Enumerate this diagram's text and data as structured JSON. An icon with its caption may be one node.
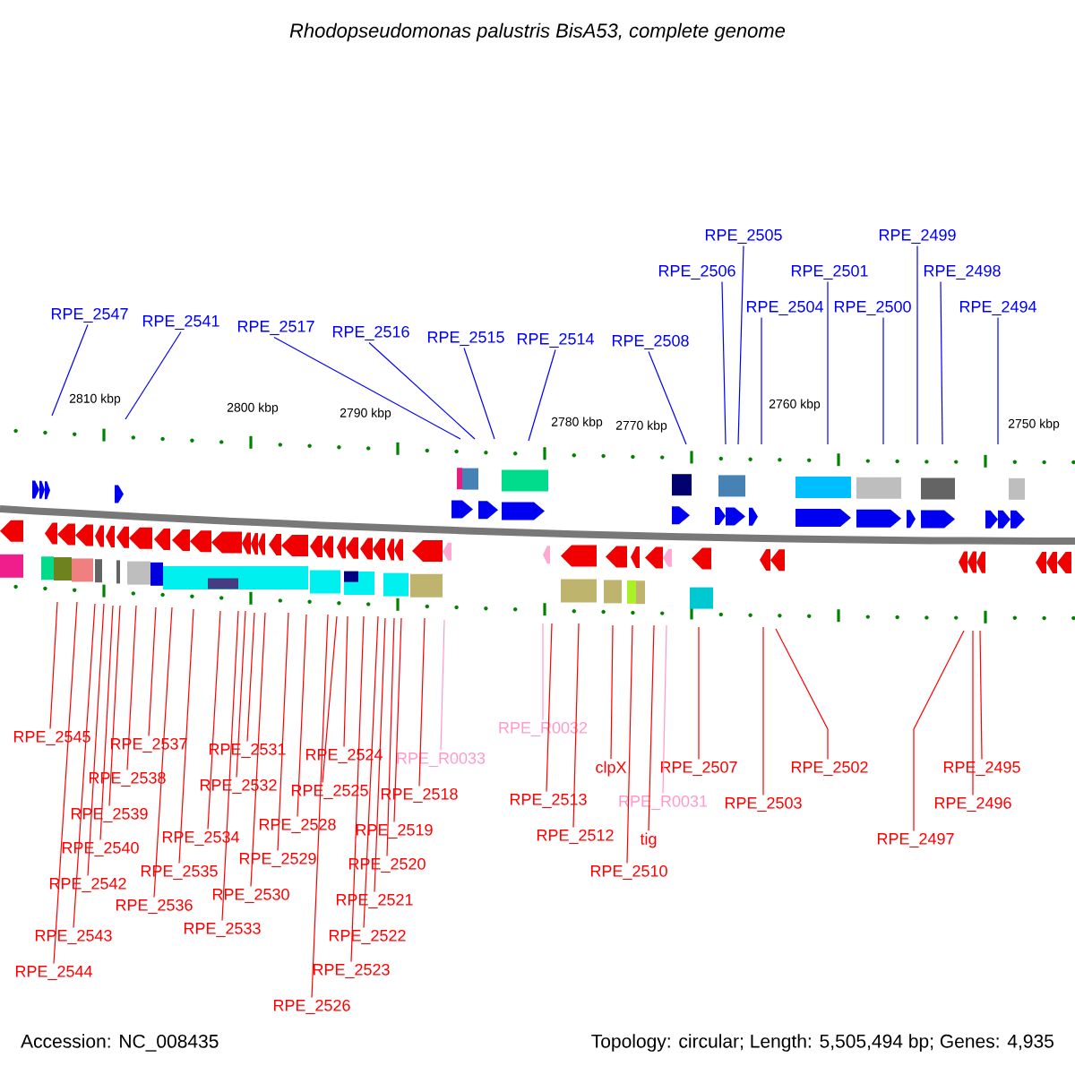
{
  "diagram": {
    "title": "Rhodopseudomonas palustris BisA53, complete genome",
    "nodes": [
      {
        "text": [
          "RPE_2547"
        ]
      },
      {
        "text": [
          "RPE_2541"
        ]
      },
      {
        "text": [
          "RPE_2517"
        ]
      },
      {
        "text": [
          "RPE_2516"
        ]
      },
      {
        "text": [
          "RPE_2515"
        ]
      },
      {
        "text": [
          "RPE_2514"
        ]
      },
      {
        "text": [
          "RPE_2508"
        ]
      },
      {
        "text": [
          "RPE_2505"
        ]
      },
      {
        "text": [
          "RPE_2506"
        ]
      },
      {
        "text": [
          "RPE_2504"
        ]
      },
      {
        "text": [
          "RPE_2501"
        ]
      },
      {
        "text": [
          "RPE_2500"
        ]
      },
      {
        "text": [
          "RPE_2499"
        ]
      },
      {
        "text": [
          "RPE_2498"
        ]
      },
      {
        "text": [
          "RPE_2494"
        ]
      },
      {
        "text": [
          "RPE_2545"
        ]
      },
      {
        "text": [
          "RPE_2537"
        ]
      },
      {
        "text": [
          "RPE_2538"
        ]
      },
      {
        "text": [
          "RPE_2539"
        ]
      },
      {
        "text": [
          "RPE_2540"
        ]
      },
      {
        "text": [
          "RPE_2542"
        ]
      },
      {
        "text": [
          "RPE_2543"
        ]
      },
      {
        "text": [
          "RPE_2544"
        ]
      },
      {
        "text": [
          "RPE_2536"
        ]
      },
      {
        "text": [
          "RPE_2535"
        ]
      },
      {
        "text": [
          "RPE_2534"
        ]
      },
      {
        "text": [
          "RPE_2531"
        ]
      },
      {
        "text": [
          "RPE_2532"
        ]
      },
      {
        "text": [
          "RPE_2533"
        ]
      },
      {
        "text": [
          "RPE_2530"
        ]
      },
      {
        "text": [
          "RPE_2529"
        ]
      },
      {
        "text": [
          "RPE_2528"
        ]
      },
      {
        "text": [
          "RPE_2526"
        ]
      },
      {
        "text": [
          "RPE_2525"
        ]
      },
      {
        "text": [
          "RPE_2524"
        ]
      },
      {
        "text": [
          "RPE_2523"
        ]
      },
      {
        "text": [
          "RPE_2522"
        ]
      },
      {
        "text": [
          "RPE_2521"
        ]
      },
      {
        "text": [
          "RPE_2520"
        ]
      },
      {
        "text": [
          "RPE_2519"
        ]
      },
      {
        "text": [
          "RPE_2518"
        ]
      },
      {
        "text": [
          "RPE_R0033"
        ]
      },
      {
        "text": [
          "RPE_R0032"
        ]
      },
      {
        "text": [
          "RPE_2513"
        ]
      },
      {
        "text": [
          "clpX"
        ]
      },
      {
        "text": [
          "RPE_2512"
        ]
      },
      {
        "text": [
          "RPE_2510"
        ]
      },
      {
        "text": [
          "tig"
        ]
      },
      {
        "text": [
          "RPE_R0031"
        ]
      },
      {
        "text": [
          "RPE_2507"
        ]
      },
      {
        "text": [
          "RPE_2503"
        ]
      },
      {
        "text": [
          "RPE_2502"
        ]
      },
      {
        "text": [
          "RPE_2497"
        ]
      },
      {
        "text": [
          "RPE_2495"
        ]
      },
      {
        "text": [
          "RPE_2496"
        ]
      }
    ],
    "edges": [
      {
        "from": 0,
        "to": null,
        "arrow": "none",
        "color": "#0000ff"
      },
      {
        "from": 1,
        "to": null,
        "arrow": "none",
        "color": "#0000ff"
      },
      {
        "from": 2,
        "to": null,
        "arrow": "none",
        "color": "#0000ff"
      },
      {
        "from": 3,
        "to": null,
        "arrow": "none",
        "color": "#0000ff"
      },
      {
        "from": 4,
        "to": null,
        "arrow": "none",
        "color": "#0000ff"
      },
      {
        "from": 5,
        "to": null,
        "arrow": "none",
        "color": "#0000ff"
      },
      {
        "from": 6,
        "to": null,
        "arrow": "none",
        "color": "#0000ff"
      },
      {
        "from": 7,
        "to": null,
        "arrow": "none",
        "color": "#0000ff"
      },
      {
        "from": 8,
        "to": null,
        "arrow": "none",
        "color": "#0000ff"
      },
      {
        "from": 9,
        "to": null,
        "arrow": "none",
        "color": "#0000ff"
      },
      {
        "from": 10,
        "to": null,
        "arrow": "none",
        "color": "#0000ff"
      },
      {
        "from": 11,
        "to": null,
        "arrow": "none",
        "color": "#0000ff"
      },
      {
        "from": 12,
        "to": null,
        "arrow": "none",
        "color": "#0000ff"
      },
      {
        "from": 13,
        "to": null,
        "arrow": "none",
        "color": "#0000ff"
      },
      {
        "from": 14,
        "to": null,
        "arrow": "none",
        "color": "#0000ff"
      },
      {
        "from": 15,
        "to": null,
        "arrow": "none"
      },
      {
        "from": 16,
        "to": null,
        "arrow": "none"
      },
      {
        "from": 17,
        "to": null,
        "arrow": "none"
      },
      {
        "from": 18,
        "to": null,
        "arrow": "none"
      },
      {
        "from": 19,
        "to": null,
        "arrow": "none"
      },
      {
        "from": 20,
        "to": null,
        "arrow": "none"
      },
      {
        "from": 21,
        "to": null,
        "arrow": "none"
      },
      {
        "from": 22,
        "to": null,
        "arrow": "none"
      },
      {
        "from": 23,
        "to": null,
        "arrow": "none"
      },
      {
        "from": 24,
        "to": null,
        "arrow": "none"
      },
      {
        "from": 25,
        "to": null,
        "arrow": "none"
      },
      {
        "from": 26,
        "to": null,
        "arrow": "none"
      },
      {
        "from": 27,
        "to": null,
        "arrow": "none"
      },
      {
        "from": 28,
        "to": null,
        "arrow": "none"
      },
      {
        "from": 29,
        "to": null,
        "arrow": "none"
      },
      {
        "from": 30,
        "to": null,
        "arrow": "none"
      },
      {
        "from": 31,
        "to": null,
        "arrow": "none"
      },
      {
        "from": 32,
        "to": null,
        "arrow": "none"
      },
      {
        "from": 33,
        "to": null,
        "arrow": "none"
      },
      {
        "from": 34,
        "to": null,
        "arrow": "none"
      },
      {
        "from": 35,
        "to": null,
        "arrow": "none"
      },
      {
        "from": 36,
        "to": null,
        "arrow": "none"
      },
      {
        "from": 37,
        "to": null,
        "arrow": "none"
      },
      {
        "from": 38,
        "to": null,
        "arrow": "none"
      },
      {
        "from": 39,
        "to": null,
        "arrow": "none"
      },
      {
        "from": 40,
        "to": null,
        "arrow": "none"
      },
      {
        "from": 41,
        "to": null,
        "arrow": "none",
        "color": "#ff99cc"
      },
      {
        "from": 42,
        "to": null,
        "arrow": "none",
        "color": "#ff99cc"
      },
      {
        "from": 43,
        "to": null,
        "arrow": "none"
      },
      {
        "from": 44,
        "to": null,
        "arrow": "none"
      },
      {
        "from": 45,
        "to": null,
        "arrow": "none"
      },
      {
        "from": 46,
        "to": null,
        "arrow": "none"
      },
      {
        "from": 47,
        "to": null,
        "arrow": "none"
      },
      {
        "from": 48,
        "to": null,
        "arrow": "none",
        "color": "#ff99cc"
      },
      {
        "from": 49,
        "to": null,
        "arrow": "none"
      },
      {
        "from": 50,
        "to": null,
        "arrow": "none"
      },
      {
        "from": 51,
        "to": null,
        "arrow": "none"
      },
      {
        "from": 52,
        "to": null,
        "arrow": "none"
      },
      {
        "from": 53,
        "to": null,
        "arrow": "none"
      },
      {
        "from": 54,
        "to": null,
        "arrow": "none"
      }
    ],
    "labels": [
      "2810 kbp",
      "2800 kbp",
      "2790 kbp",
      "2780 kbp",
      "2770 kbp",
      "2760 kbp",
      "2750 kbp",
      "Accession: NC_008435",
      "Topology: circular; Length: 5,505,494 bp; Genes: 4,935"
    ]
  }
}
